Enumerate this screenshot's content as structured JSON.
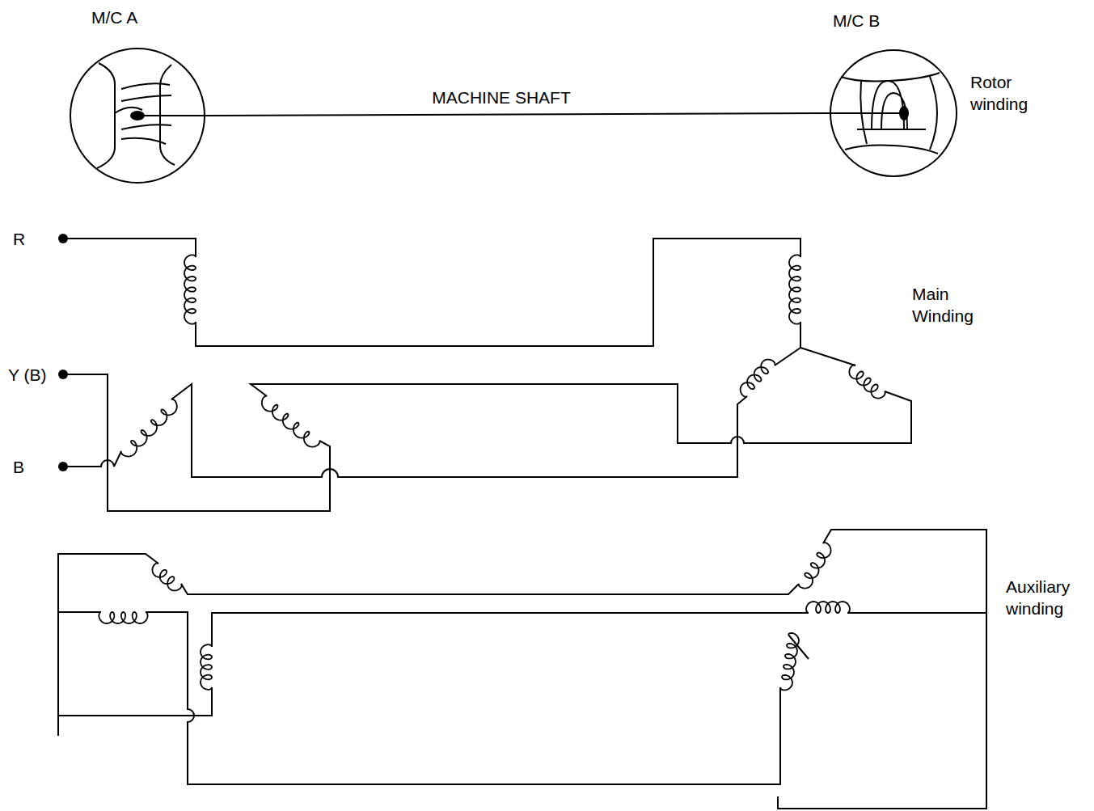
{
  "diagram": {
    "nodes": [
      {
        "text": [
          "M/C A"
        ]
      },
      {
        "text": [
          "M/C B"
        ]
      }
    ],
    "edges": [
      {
        "from": 0,
        "to": 1,
        "arrow": "none",
        "label": "MACHINE SHAFT"
      }
    ],
    "labels": [
      "Rotor winding",
      "R",
      "Y (B)",
      "B",
      "Main Winding",
      "Auxiliary winding"
    ]
  }
}
